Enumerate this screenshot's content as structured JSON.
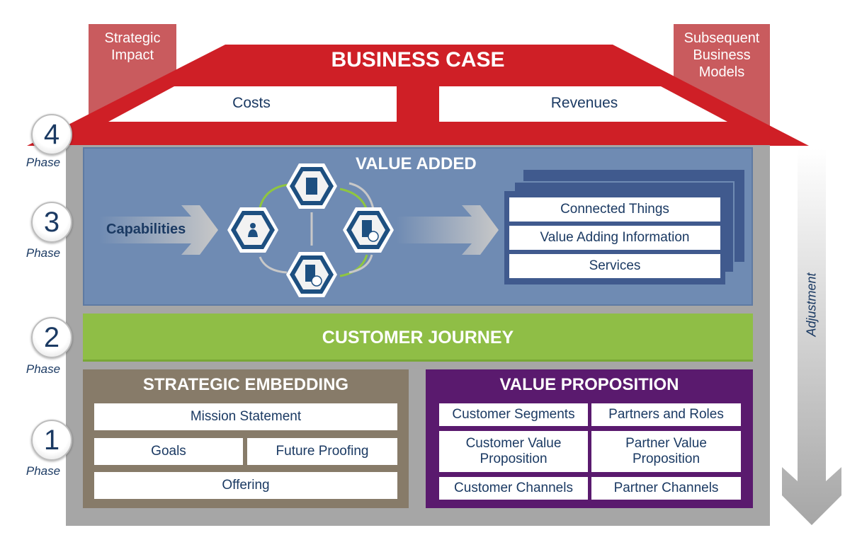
{
  "roof": {
    "title": "BUSINESS CASE",
    "left_box": "Costs",
    "right_box": "Revenues",
    "color": "#cf1f26"
  },
  "chimneys": {
    "left": "Strategic Impact",
    "right": "Subsequent Business Models"
  },
  "phases": [
    {
      "number": "4",
      "label": "Phase"
    },
    {
      "number": "3",
      "label": "Phase"
    },
    {
      "number": "2",
      "label": "Phase"
    },
    {
      "number": "1",
      "label": "Phase"
    }
  ],
  "value_added": {
    "title": "VALUE ADDED",
    "input_label": "Capabilities",
    "hex_icons": [
      "person-icon",
      "building-icon",
      "building-handshake-icon",
      "building-handshake-icon"
    ],
    "outputs": [
      "Connected Things",
      "Value Adding Information",
      "Services"
    ],
    "color": "#6f8bb3"
  },
  "customer_journey": {
    "title": "CUSTOMER JOURNEY",
    "color": "#8fbe46"
  },
  "strategic_embedding": {
    "title": "STRATEGIC EMBEDDING",
    "items": {
      "mission": "Mission Statement",
      "goals": "Goals",
      "future": "Future Proofing",
      "offering": "Offering"
    },
    "color": "#877b69"
  },
  "value_proposition": {
    "title": "VALUE PROPOSITION",
    "items": {
      "customer_segments": "Customer Segments",
      "partners_roles": "Partners and Roles",
      "customer_vp": "Customer Value Proposition",
      "partner_vp": "Partner Value Proposition",
      "customer_channels": "Customer Channels",
      "partner_channels": "Partner Channels"
    },
    "color": "#5a1a6e"
  },
  "adjustment": {
    "label": "Adjustment"
  }
}
